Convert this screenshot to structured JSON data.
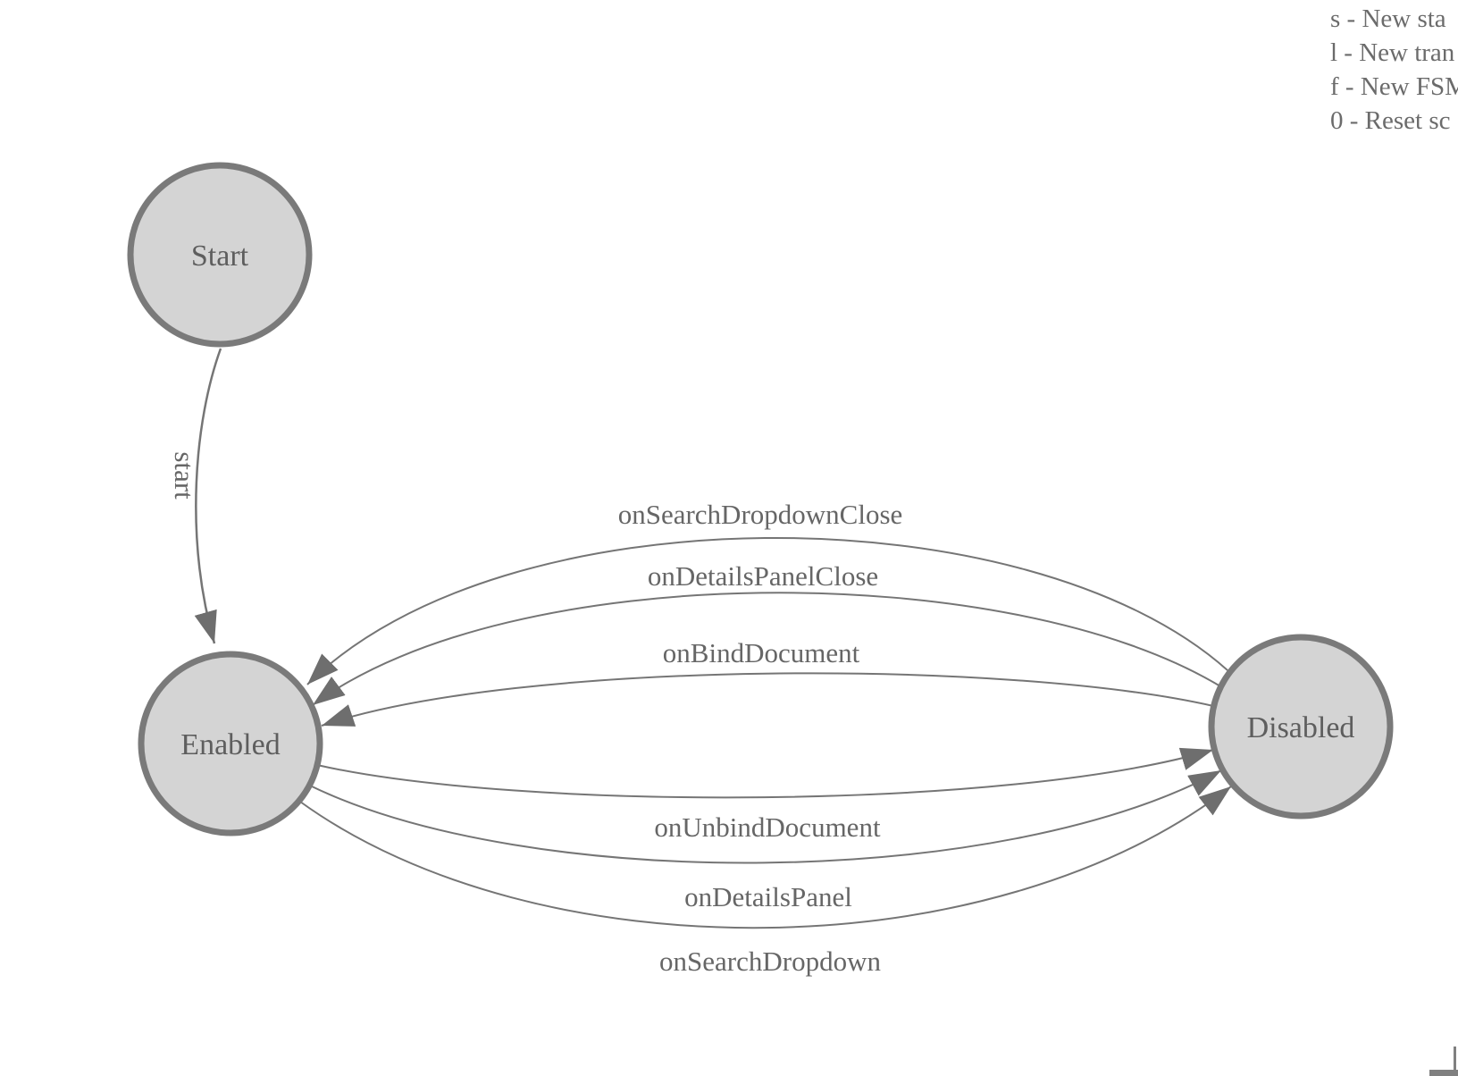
{
  "diagram": {
    "type": "finite-state-machine",
    "states": [
      {
        "id": "start",
        "label": "Start"
      },
      {
        "id": "enabled",
        "label": "Enabled"
      },
      {
        "id": "disabled",
        "label": "Disabled"
      }
    ],
    "edges": [
      {
        "from": "Start",
        "to": "Enabled",
        "label": "start"
      },
      {
        "from": "Disabled",
        "to": "Enabled",
        "label": "onSearchDropdownClose"
      },
      {
        "from": "Disabled",
        "to": "Enabled",
        "label": "onDetailsPanelClose"
      },
      {
        "from": "Disabled",
        "to": "Enabled",
        "label": "onBindDocument"
      },
      {
        "from": "Enabled",
        "to": "Disabled",
        "label": "onUnbindDocument"
      },
      {
        "from": "Enabled",
        "to": "Disabled",
        "label": "onDetailsPanel"
      },
      {
        "from": "Enabled",
        "to": "Disabled",
        "label": "onSearchDropdown"
      }
    ]
  },
  "legend": {
    "lines": [
      "s - New sta",
      "l - New tran",
      "f - New FSM",
      "0 - Reset sc"
    ]
  },
  "colors": {
    "state_fill": "#d4d4d4",
    "state_stroke": "#7a7a7a",
    "edge_stroke": "#757575",
    "arrow_fill": "#6e6e6e",
    "state_label_text": "#5e5e5e",
    "edge_label_text": "#666666",
    "legend_text": "#6b6b6b",
    "background": "#ffffff"
  }
}
